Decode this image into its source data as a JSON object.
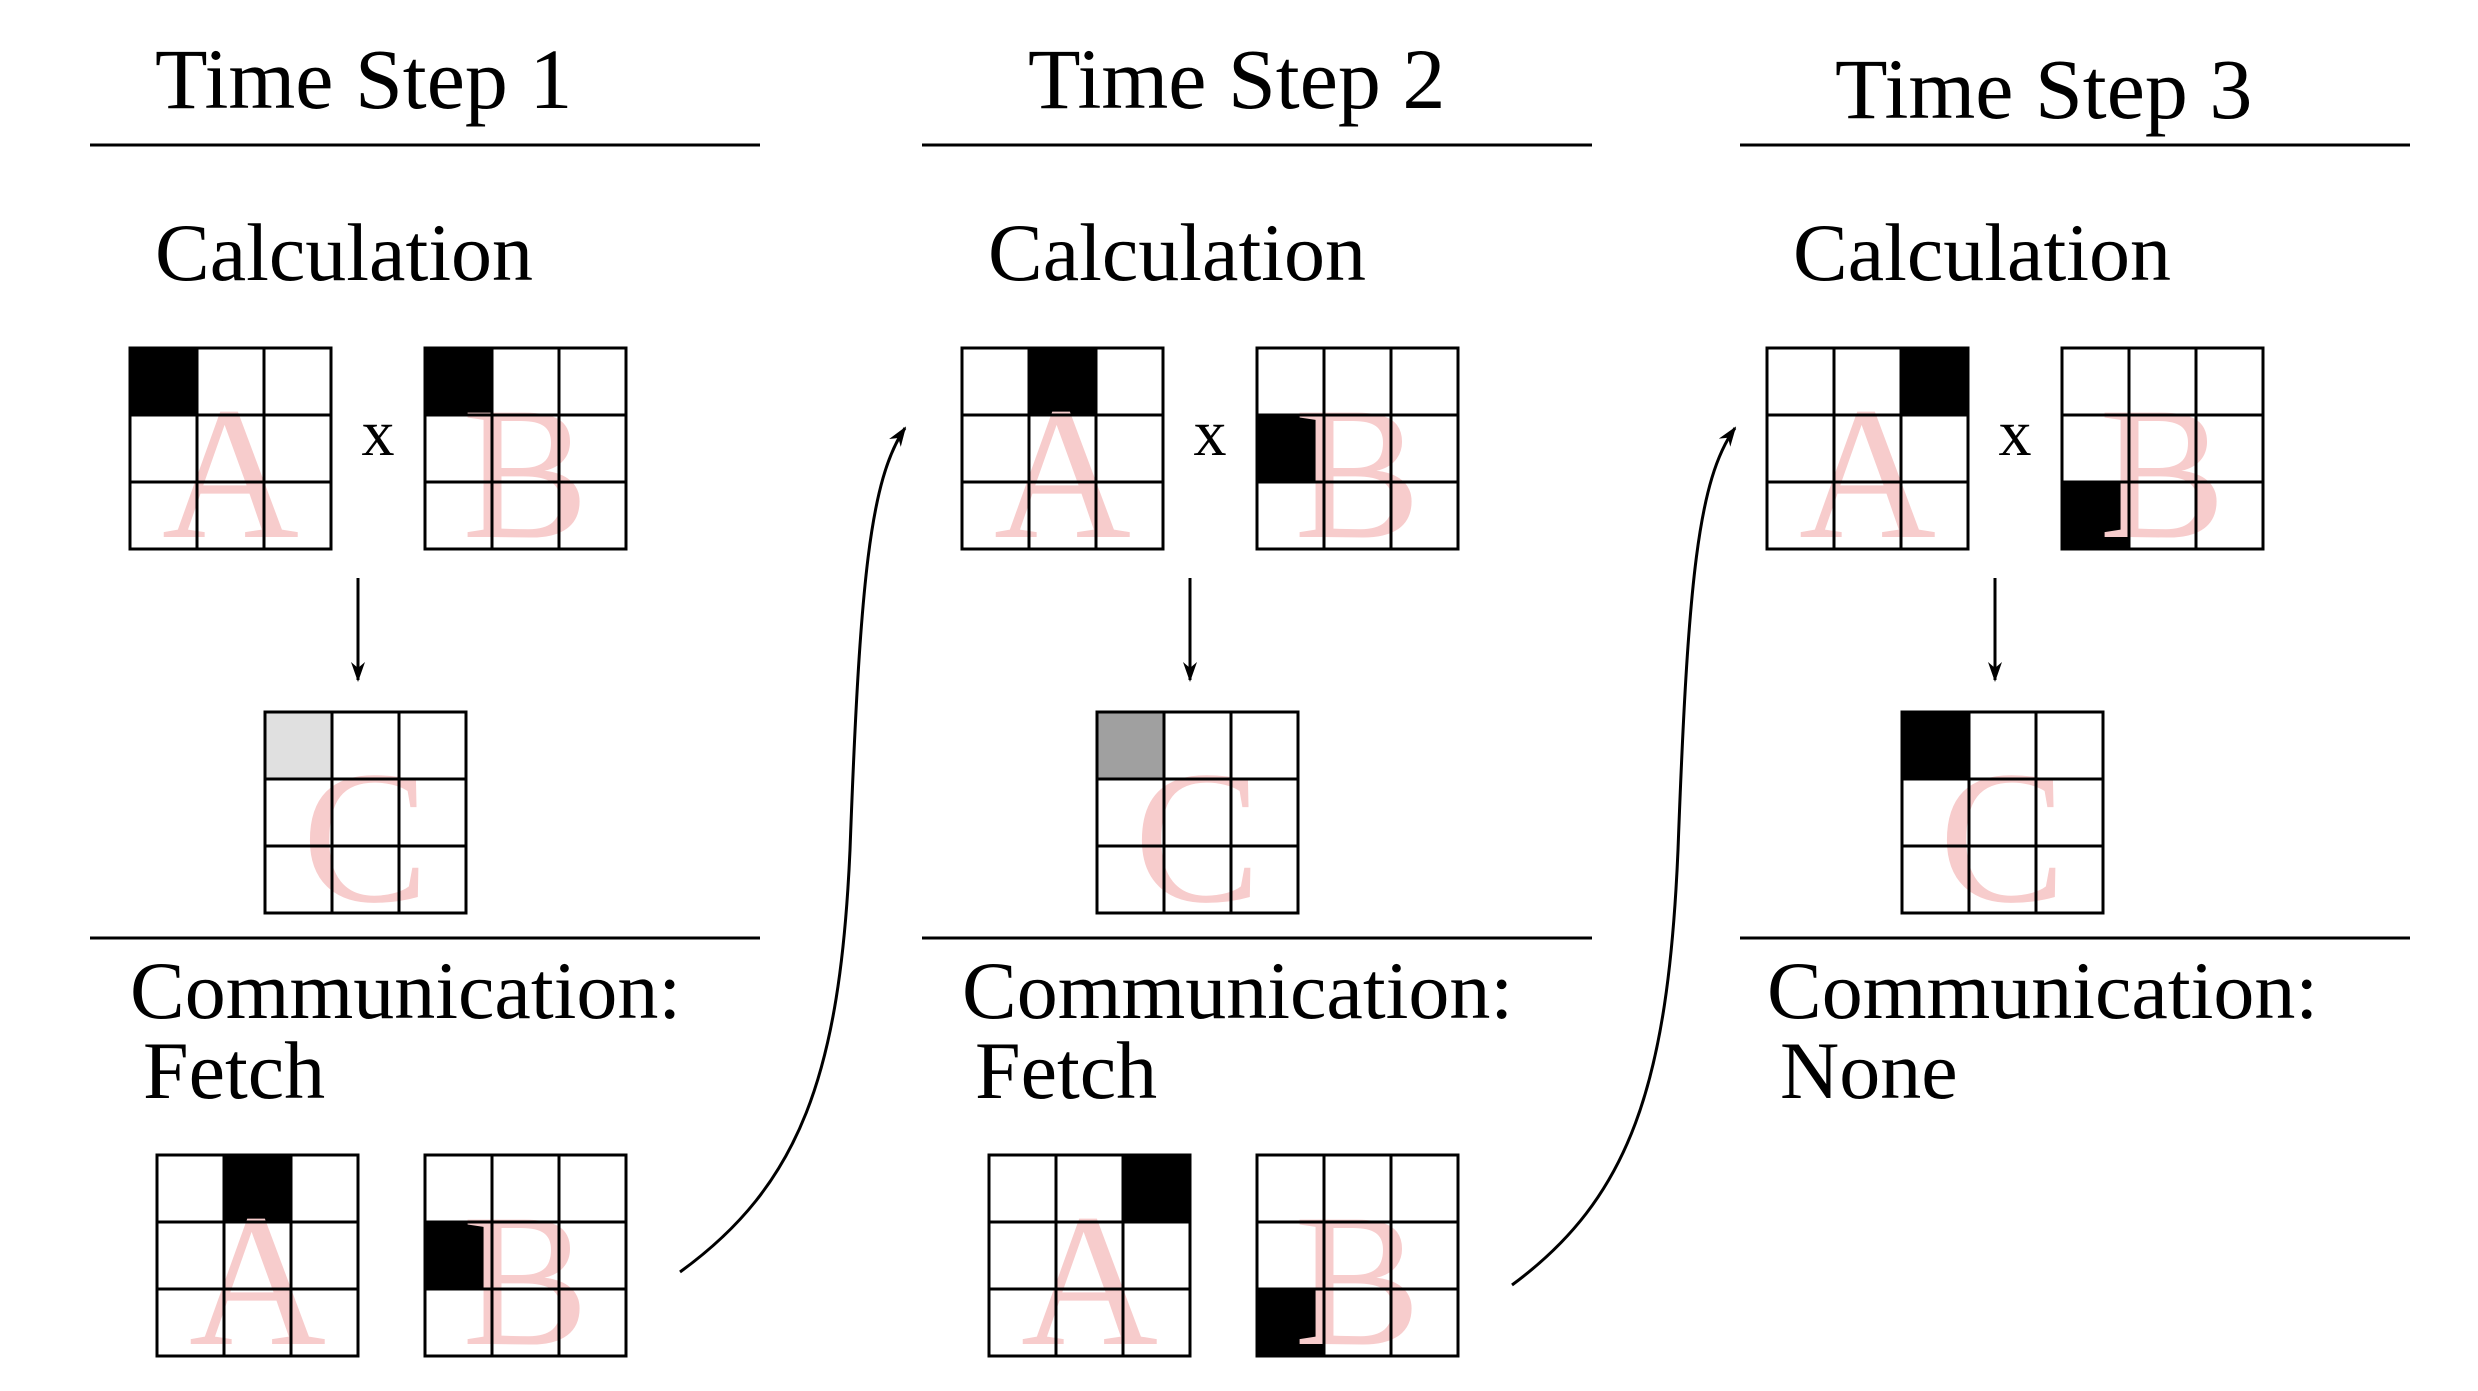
{
  "steps": [
    {
      "title": "Time Step 1",
      "calc_label": "Calculation",
      "op": "x",
      "matrices": {
        "a": {
          "letter": "A",
          "filled": [
            [
              0,
              0
            ]
          ],
          "fill": "#000000"
        },
        "b": {
          "letter": "B",
          "filled": [
            [
              0,
              0
            ]
          ],
          "fill": "#000000"
        },
        "c": {
          "letter": "C",
          "filled": [
            [
              0,
              0
            ]
          ],
          "fill": "#e0e0e0"
        }
      },
      "comm_label": "Communication:",
      "comm_value": "Fetch",
      "fetch": {
        "a": {
          "letter": "A",
          "filled": [
            [
              0,
              1
            ]
          ],
          "fill": "#000000"
        },
        "b": {
          "letter": "B",
          "filled": [
            [
              1,
              0
            ]
          ],
          "fill": "#000000"
        }
      }
    },
    {
      "title": "Time Step 2",
      "calc_label": "Calculation",
      "op": "x",
      "matrices": {
        "a": {
          "letter": "A",
          "filled": [
            [
              0,
              1
            ]
          ],
          "fill": "#000000"
        },
        "b": {
          "letter": "B",
          "filled": [
            [
              1,
              0
            ]
          ],
          "fill": "#000000"
        },
        "c": {
          "letter": "C",
          "filled": [
            [
              0,
              0
            ]
          ],
          "fill": "#a0a0a0"
        }
      },
      "comm_label": "Communication:",
      "comm_value": "Fetch",
      "fetch": {
        "a": {
          "letter": "A",
          "filled": [
            [
              0,
              2
            ]
          ],
          "fill": "#000000"
        },
        "b": {
          "letter": "B",
          "filled": [
            [
              2,
              0
            ]
          ],
          "fill": "#000000"
        }
      }
    },
    {
      "title": "Time Step 3",
      "calc_label": "Calculation",
      "op": "x",
      "matrices": {
        "a": {
          "letter": "A",
          "filled": [
            [
              0,
              2
            ]
          ],
          "fill": "#000000"
        },
        "b": {
          "letter": "B",
          "filled": [
            [
              2,
              0
            ]
          ],
          "fill": "#000000"
        },
        "c": {
          "letter": "C",
          "filled": [
            [
              0,
              0
            ]
          ],
          "fill": "#000000"
        }
      },
      "comm_label": "Communication:",
      "comm_value": "None",
      "fetch": null
    }
  ]
}
